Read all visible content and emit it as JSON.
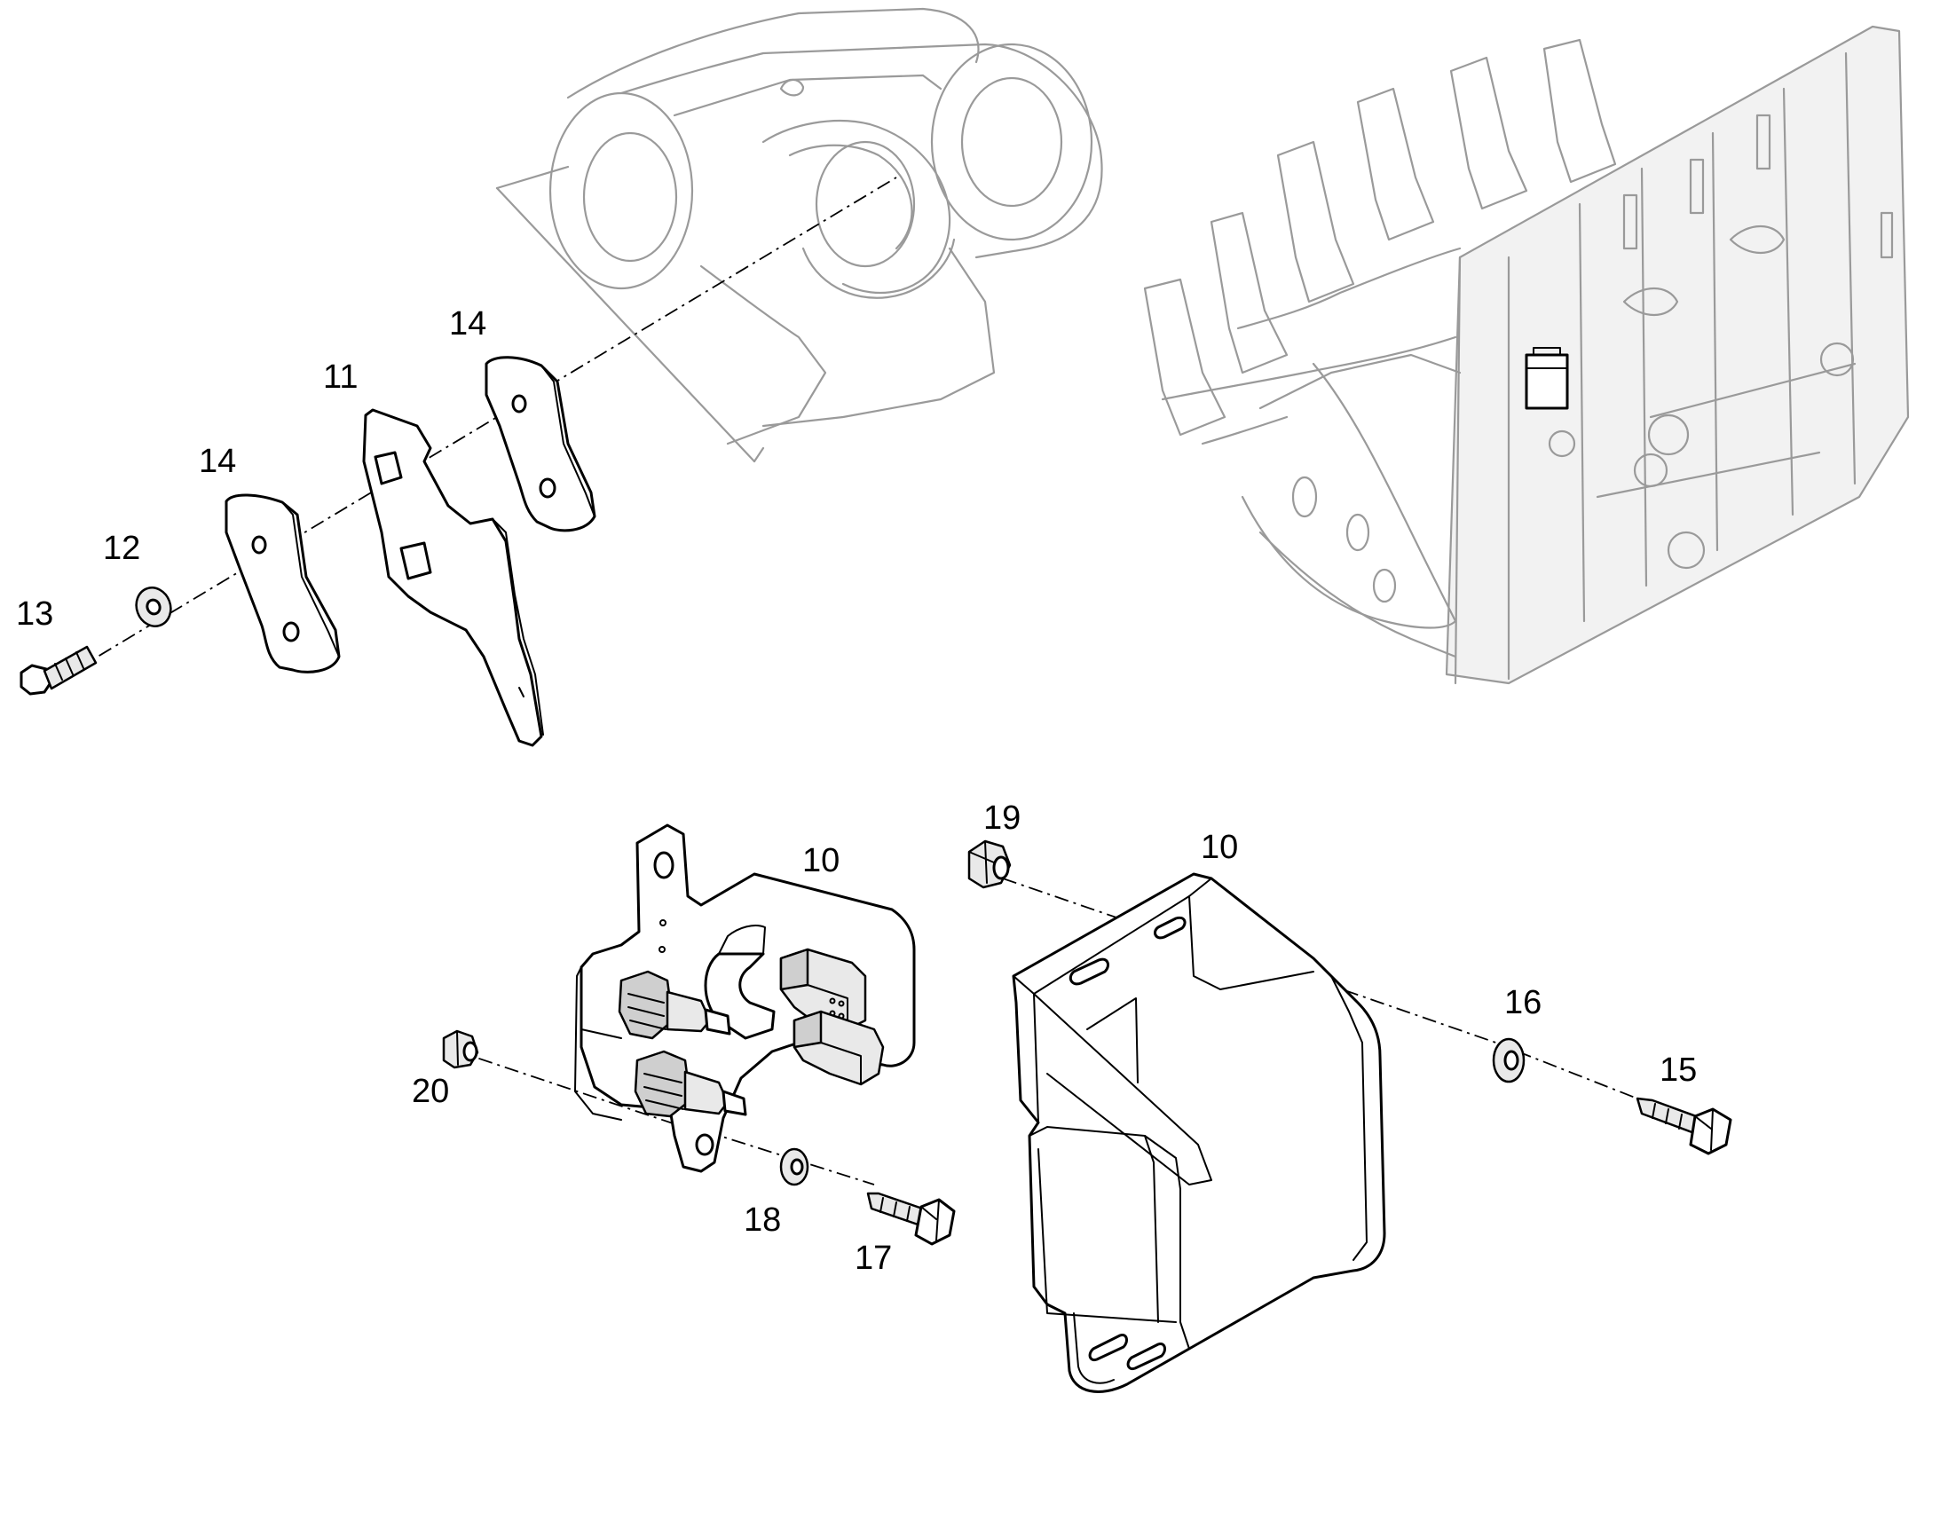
{
  "callouts": [
    {
      "id": "c13",
      "text": "13"
    },
    {
      "id": "c12",
      "text": "12"
    },
    {
      "id": "c14a",
      "text": "14"
    },
    {
      "id": "c11",
      "text": "11"
    },
    {
      "id": "c14b",
      "text": "14"
    },
    {
      "id": "c10a",
      "text": "10"
    },
    {
      "id": "c19",
      "text": "19"
    },
    {
      "id": "c10b",
      "text": "10"
    },
    {
      "id": "c16",
      "text": "16"
    },
    {
      "id": "c15",
      "text": "15"
    },
    {
      "id": "c20",
      "text": "20"
    },
    {
      "id": "c18",
      "text": "18"
    },
    {
      "id": "c17",
      "text": "17"
    }
  ],
  "colors": {
    "line": "#000000",
    "ghost": "#9a9a9a",
    "fill": "#ffffff"
  }
}
